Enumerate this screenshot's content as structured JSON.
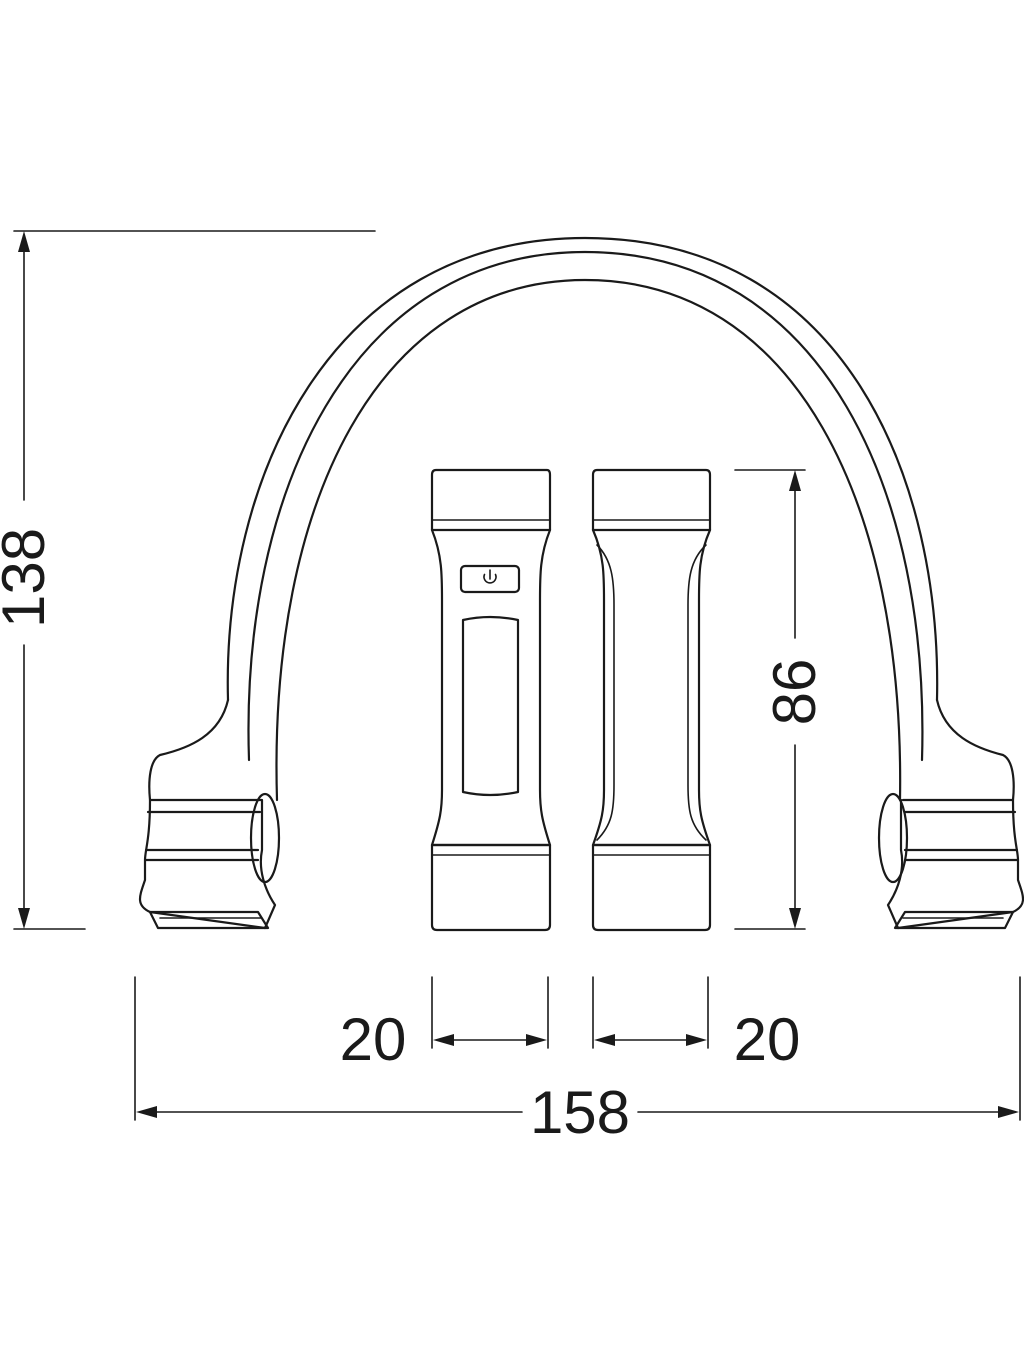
{
  "dimensions": {
    "height_total": "138",
    "height_unit": "86",
    "width_left_unit": "20",
    "width_right_unit": "20",
    "width_total": "158"
  },
  "icons": {
    "power": "power-icon"
  },
  "colors": {
    "line": "#1a1a1a",
    "background": "#ffffff"
  }
}
